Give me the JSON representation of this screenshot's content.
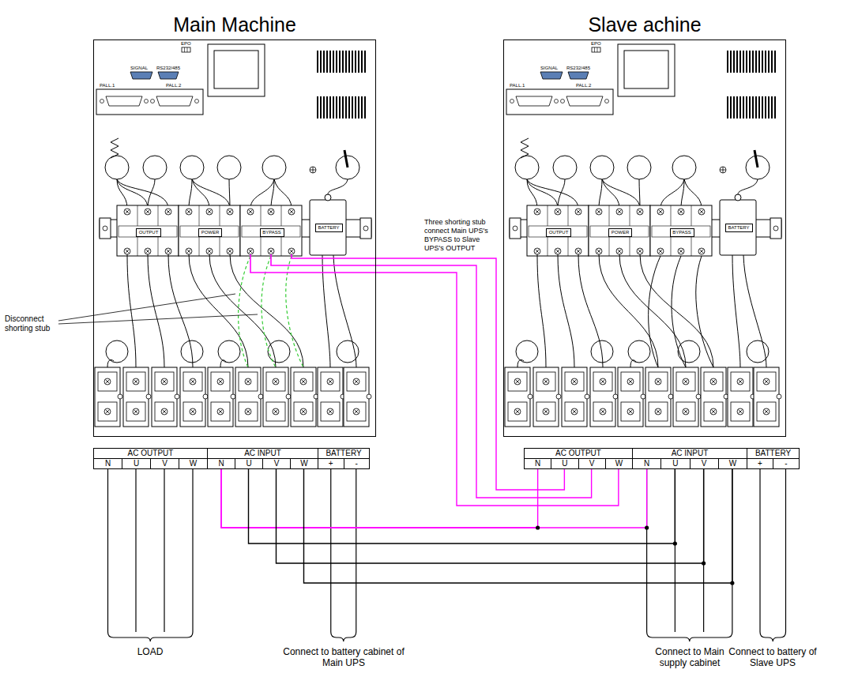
{
  "diagram": {
    "nodes": [
      {
        "text": [
          "Main Machine"
        ]
      },
      {
        "text": [
          "OUTPUT"
        ],
        "in": 0
      },
      {
        "text": [
          "POWER"
        ],
        "in": 0
      },
      {
        "text": [
          "BYPASS"
        ],
        "in": 0
      },
      {
        "text": [
          "BATTERY"
        ],
        "in": 0
      },
      {
        "text": [
          "Slave achine"
        ]
      },
      {
        "text": [
          "OUTPUT"
        ],
        "in": 5
      },
      {
        "text": [
          "POWER"
        ],
        "in": 5
      },
      {
        "text": [
          "BYPASS"
        ],
        "in": 5
      },
      {
        "text": [
          "BATTERY"
        ],
        "in": 5
      },
      {
        "text": [
          "AC OUTPUT",
          "N",
          "U",
          "V",
          "W"
        ]
      },
      {
        "text": [
          "AC INPUT",
          "N",
          "U",
          "V",
          "W"
        ]
      },
      {
        "text": [
          "BATTERY",
          "+",
          "-"
        ]
      },
      {
        "text": [
          "AC OUTPUT",
          "N",
          "U",
          "V",
          "W"
        ]
      },
      {
        "text": [
          "AC INPUT",
          "N",
          "U",
          "V",
          "W"
        ]
      },
      {
        "text": [
          "BATTERY",
          "+",
          "-"
        ]
      }
    ],
    "edges": [
      {
        "from": 0,
        "to": 13,
        "arrow": "none"
      },
      {
        "from": 0,
        "to": 13,
        "arrow": "none"
      },
      {
        "from": 0,
        "to": 13,
        "arrow": "none"
      },
      {
        "from": 11,
        "to": 14,
        "arrow": "none"
      },
      {
        "from": 11,
        "to": 13,
        "arrow": "none"
      },
      {
        "from": 11,
        "to": 14,
        "arrow": "none"
      },
      {
        "from": 11,
        "to": 14,
        "arrow": "none"
      },
      {
        "from": 11,
        "to": 14,
        "arrow": "none"
      }
    ],
    "labels": [
      "EPO",
      "SIGNAL",
      "RS232/485",
      "PALL.1",
      "PALL.2",
      "EPO",
      "SIGNAL",
      "RS232/485",
      "PALL.1",
      "PALL.2",
      "Three shorting stub connect Main UPS's BYPASS to Slave UPS's OUTPUT",
      "Disconnect shorting stub",
      "LOAD",
      "Connect to battery cabinet of Main UPS",
      "Connect to Main supply cabinet",
      "Connect to battery of Slave UPS"
    ]
  }
}
